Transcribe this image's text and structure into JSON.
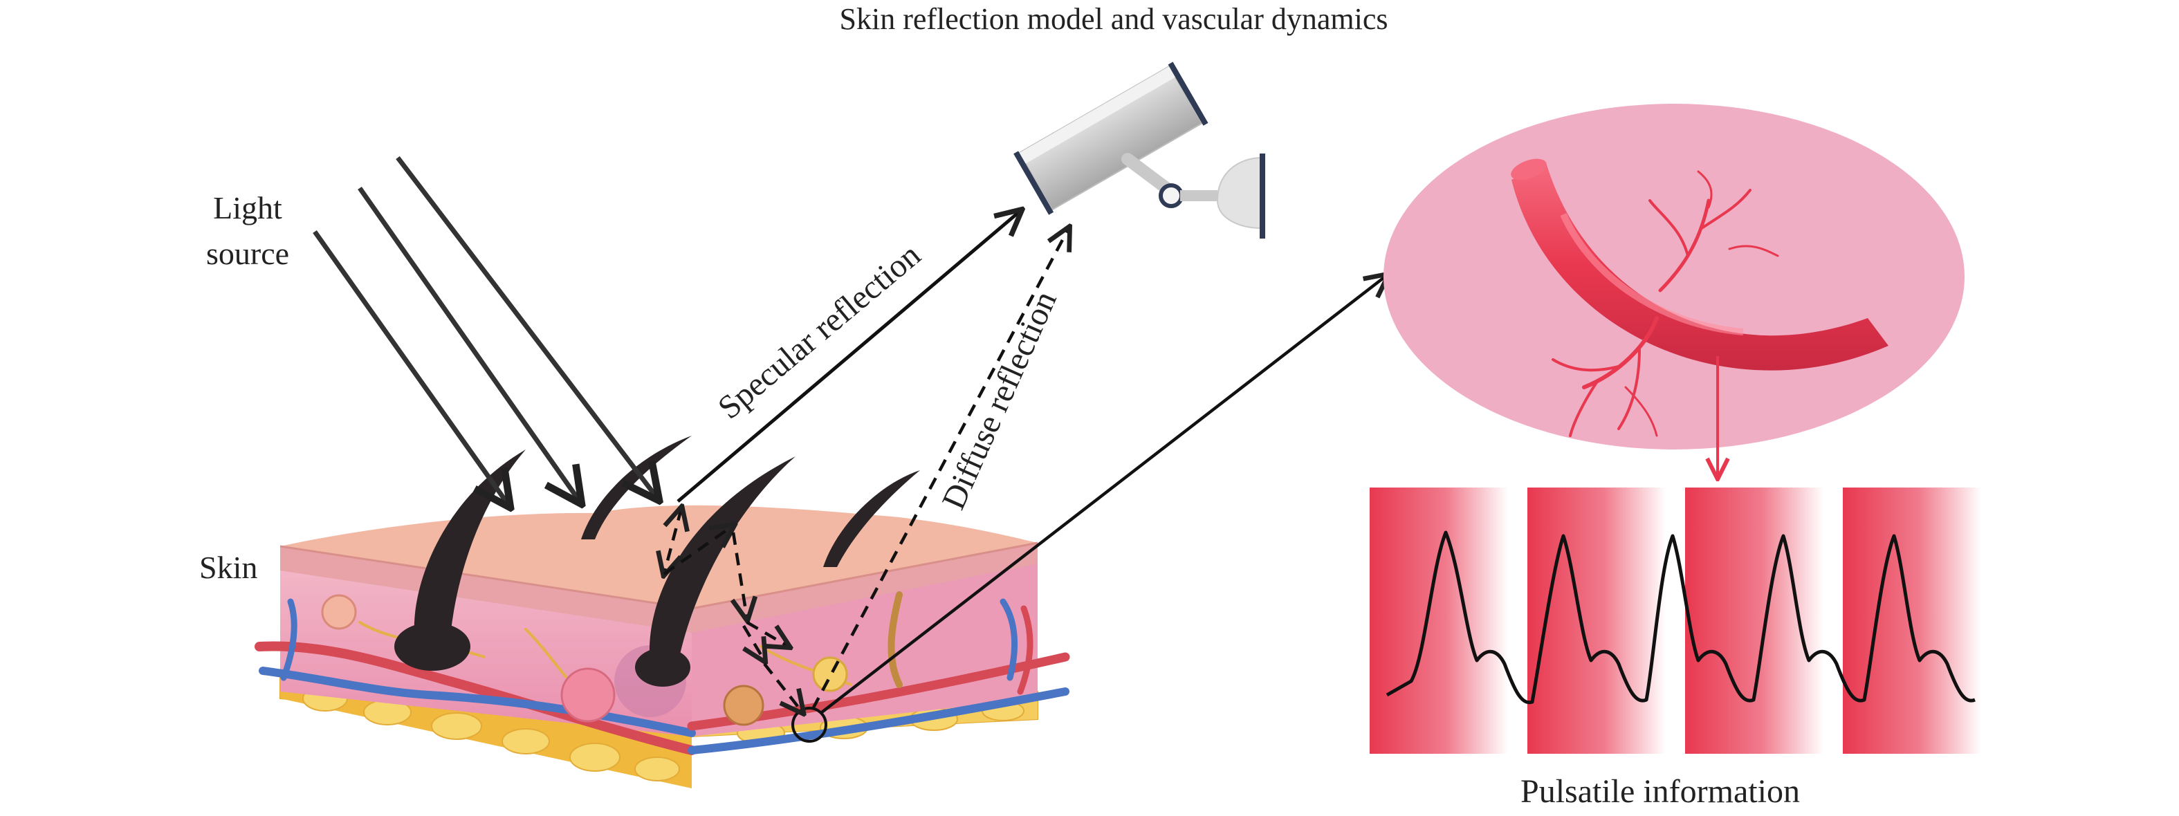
{
  "title": "Skin reflection model and vascular dynamics",
  "labels": {
    "light_source_line1": "Light",
    "light_source_line2": "source",
    "skin": "Skin",
    "specular": "Specular reflection",
    "diffuse": "Diffuse reflection",
    "pulsatile": "Pulsatile information"
  },
  "colors": {
    "vessel": "#e8384f",
    "vessel_circle_bg": "#f0aec4",
    "pulse_band": "#e8384f",
    "skin_surface": "#f2b8a4",
    "fat_layer": "#f2c24a",
    "arrow": "#222222"
  },
  "icons": [
    "camera-icon",
    "blood-vessel-illustration",
    "skin-cross-section-illustration"
  ]
}
